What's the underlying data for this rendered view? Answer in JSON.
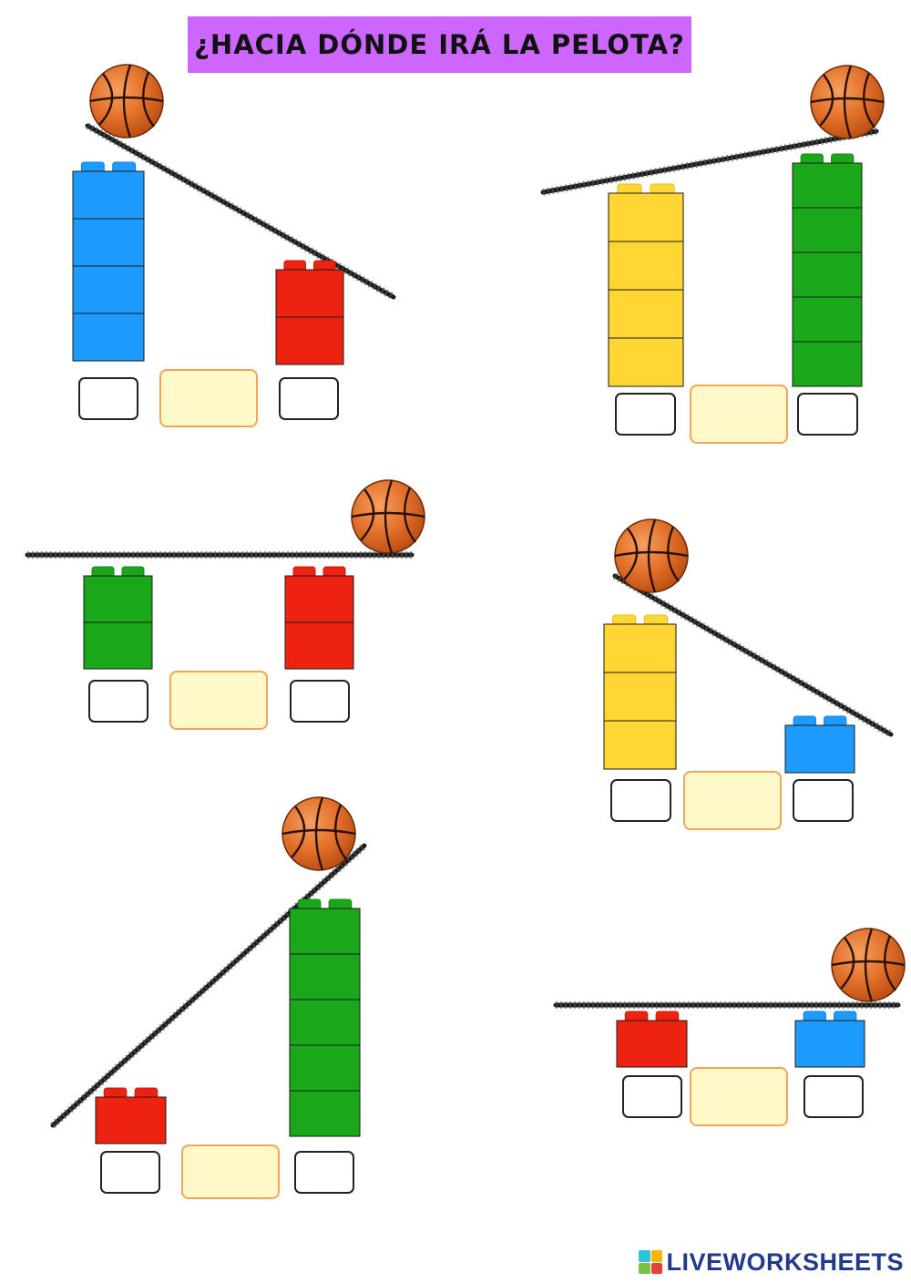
{
  "title": "¿HACIA DÓNDE IRÁ LA PELOTA?",
  "colors": {
    "title_bg": "#cc66ff",
    "blue": "#1e9bff",
    "red": "#ee2211",
    "yellow": "#ffd633",
    "green": "#1aa81a",
    "ball": "#e8762c",
    "answer_fill": "#fff8c8",
    "answer_border": "#f4a45a"
  },
  "exercises": [
    {
      "left_tower": {
        "color": "blue",
        "blocks": 4
      },
      "right_tower": {
        "color": "red",
        "blocks": 2
      },
      "ball_position": "left"
    },
    {
      "left_tower": {
        "color": "yellow",
        "blocks": 4
      },
      "right_tower": {
        "color": "green",
        "blocks": 5
      },
      "ball_position": "right"
    },
    {
      "left_tower": {
        "color": "green",
        "blocks": 2
      },
      "right_tower": {
        "color": "red",
        "blocks": 2
      },
      "ball_position": "right"
    },
    {
      "left_tower": {
        "color": "yellow",
        "blocks": 3
      },
      "right_tower": {
        "color": "blue",
        "blocks": 1
      },
      "ball_position": "left"
    },
    {
      "left_tower": {
        "color": "red",
        "blocks": 1
      },
      "right_tower": {
        "color": "green",
        "blocks": 5
      },
      "ball_position": "right"
    },
    {
      "left_tower": {
        "color": "red",
        "blocks": 1
      },
      "right_tower": {
        "color": "blue",
        "blocks": 1
      },
      "ball_position": "right"
    }
  ],
  "branding": {
    "logo_text": "LIVEWORKSHEETS",
    "logo_icon": "liveworksheets-logo-icon"
  }
}
